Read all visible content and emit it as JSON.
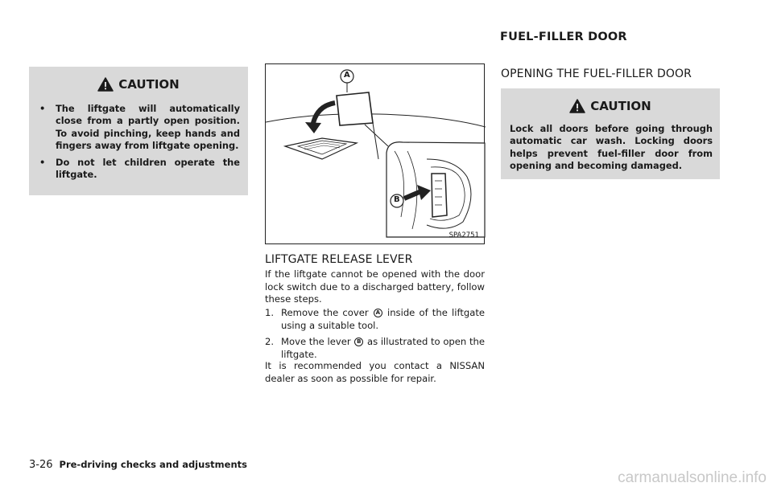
{
  "header": {
    "section_title": "FUEL-FILLER DOOR"
  },
  "caution_left": {
    "title": "CAUTION",
    "items": [
      "The liftgate will automatically close from a partly open position. To avoid pinching, keep hands and fingers away from liftgate opening.",
      "Do not let children operate the liftgate."
    ]
  },
  "figure": {
    "code": "SPA2751",
    "label_a": "A",
    "label_b": "B"
  },
  "liftgate": {
    "heading": "LIFTGATE RELEASE LEVER",
    "intro": "If the liftgate cannot be opened with the door lock switch due to a discharged battery, follow these steps.",
    "step1_num": "1.",
    "step1_pre": "Remove the cover",
    "step1_marker": "A",
    "step1_post": "inside of the liftgate using a suitable tool.",
    "step2_num": "2.",
    "step2_pre": "Move the lever",
    "step2_marker": "B",
    "step2_post": "as illustrated to open the liftgate.",
    "closing": "It is recommended you contact a NISSAN dealer as soon as possible for repair."
  },
  "fuel": {
    "heading": "OPENING THE FUEL-FILLER DOOR",
    "caution_title": "CAUTION",
    "caution_text": "Lock all doors before going through automatic car wash. Locking doors helps prevent fuel-filler door from opening and becoming damaged."
  },
  "footer": {
    "page_number": "3-26",
    "chapter": "Pre-driving checks and adjustments"
  },
  "watermark": "carmanualsonline.info"
}
